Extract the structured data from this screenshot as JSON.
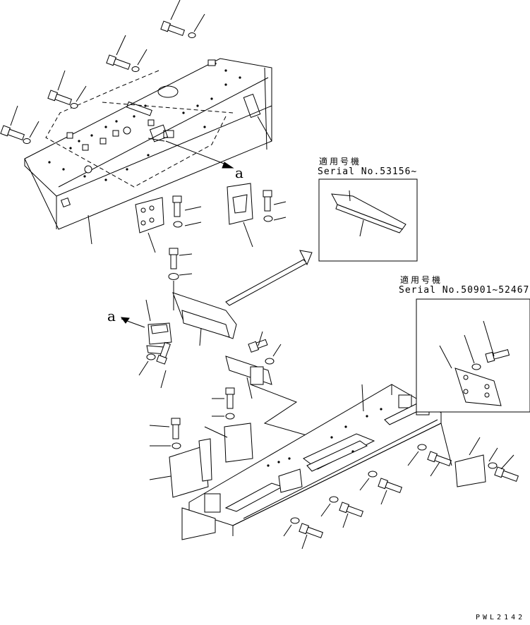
{
  "inset_upper": {
    "applicability": "適用号機",
    "serial": "Serial No.53156~"
  },
  "inset_right": {
    "applicability": "適用号機",
    "serial": "Serial No.50901~52467"
  },
  "view_letter_top": "a",
  "view_letter_left": "a",
  "drawing_code": "PWL2142"
}
